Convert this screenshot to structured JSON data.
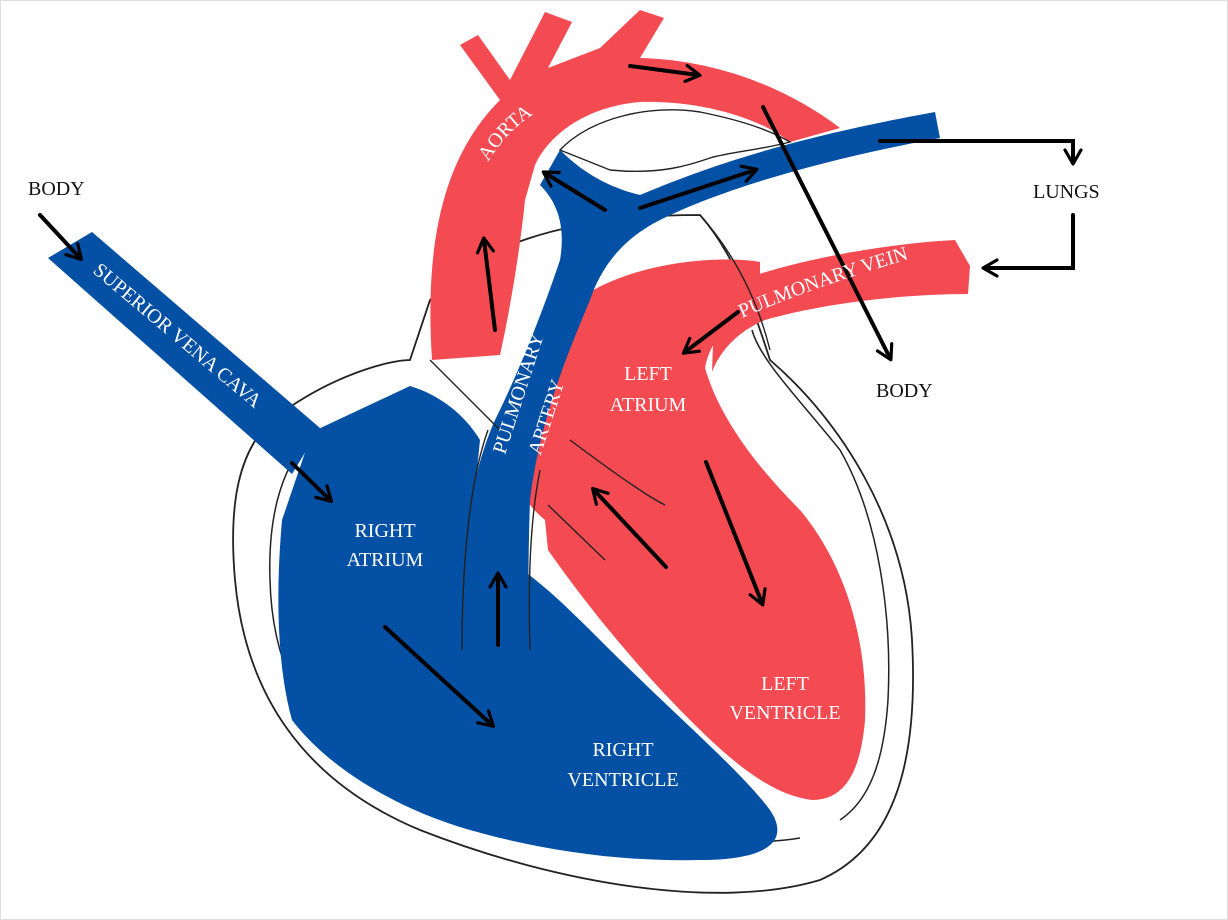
{
  "colors": {
    "oxygenated": "#f44a52",
    "deoxygenated": "#0350a4",
    "outline": "#222222",
    "arrow": "#000000",
    "background": "#ffffff"
  },
  "labels": {
    "body_in": "BODY",
    "lungs": "LUNGS",
    "body_out": "BODY",
    "aorta": "AORTA",
    "superior_vena_cava": "SUPERIOR VENA CAVA",
    "pulmonary_artery": [
      "PULMONARY",
      "ARTERY"
    ],
    "pulmonary_vein": "PULMONARY VEIN",
    "left_atrium": [
      "LEFT",
      "ATRIUM"
    ],
    "right_atrium": [
      "RIGHT",
      "ATRIUM"
    ],
    "left_ventricle": [
      "LEFT",
      "VENTRICLE"
    ],
    "right_ventricle": [
      "RIGHT",
      "VENTRICLE"
    ]
  }
}
